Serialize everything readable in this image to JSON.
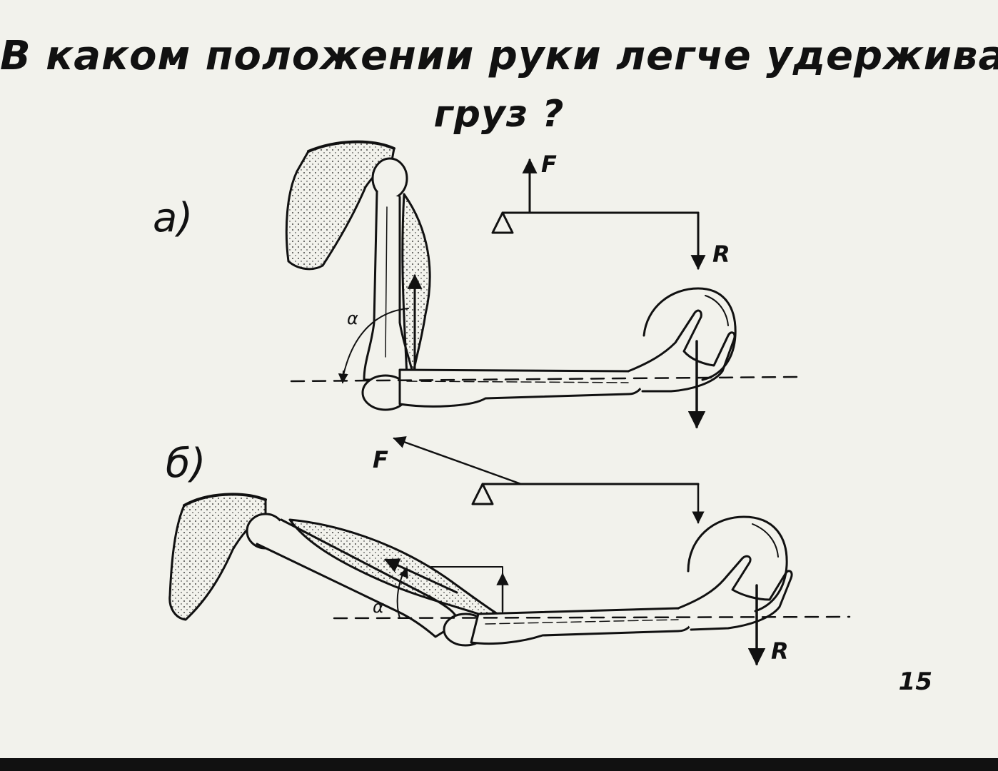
{
  "slide": {
    "title_line1": "В каком положении руки легче удерживать",
    "title_line2": "груз ?",
    "page_number": "15"
  },
  "figure_a": {
    "label": "а)",
    "force_label": "F",
    "load_label": "R",
    "angle_label": "α"
  },
  "figure_b": {
    "label": "б)",
    "force_label": "F",
    "load_label": "R",
    "angle_label": "α"
  },
  "colors": {
    "ink": "#111111",
    "paper": "#f2f2ec"
  }
}
